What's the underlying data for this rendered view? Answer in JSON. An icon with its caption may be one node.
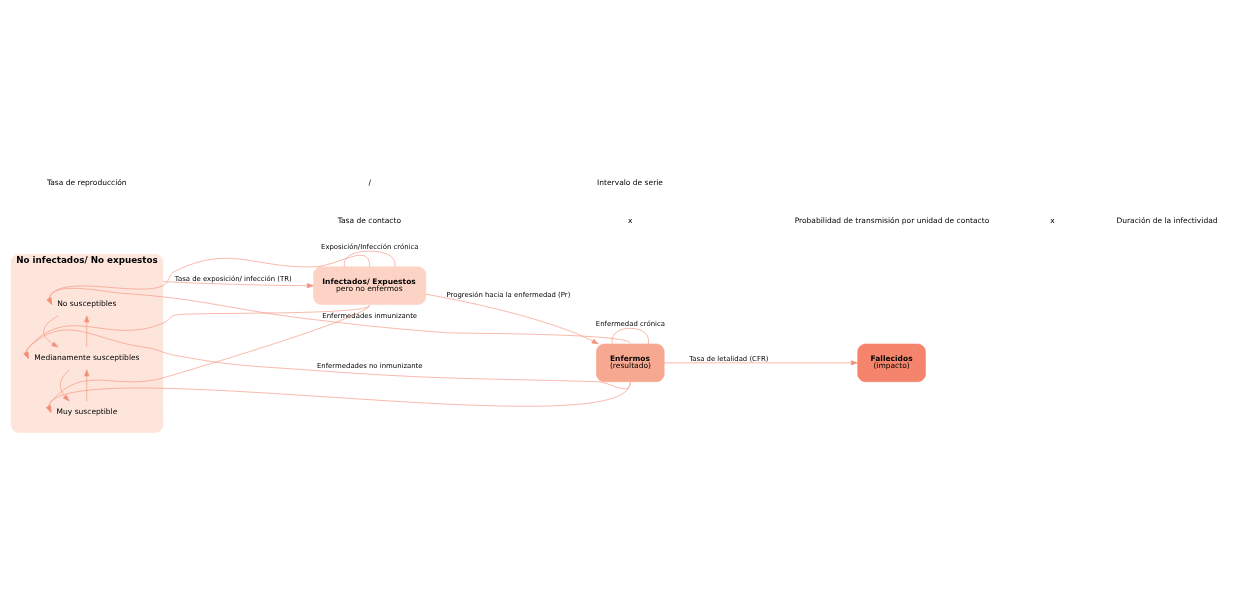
{
  "diagram": {
    "nodes": [
      {
        "text": [
          "No infectados/ No expuestos"
        ]
      },
      {
        "text": [
          "No susceptibles"
        ],
        "in": 0
      },
      {
        "text": [
          "Medianamente susceptibles"
        ],
        "in": 0
      },
      {
        "text": [
          "Muy susceptible"
        ],
        "in": 0
      },
      {
        "text": [
          "Infectados/ Expuestos",
          "pero no enfermos"
        ]
      },
      {
        "text": [
          "Enfermos",
          "(resultado)"
        ]
      },
      {
        "text": [
          "Fallecidos",
          "(impacto)"
        ]
      }
    ],
    "edges": [
      {
        "from": 2,
        "to": 1,
        "arrow": "to"
      },
      {
        "from": 1,
        "to": 2,
        "arrow": "to"
      },
      {
        "from": 3,
        "to": 2,
        "arrow": "to"
      },
      {
        "from": 2,
        "to": 3,
        "arrow": "to"
      },
      {
        "from": 0,
        "to": 4,
        "label": "Tasa de exposición/ infección (TR)",
        "arrow": "to"
      },
      {
        "from": 4,
        "to": 4,
        "label": "Exposición/Infección crónica",
        "arrow": "none"
      },
      {
        "from": 4,
        "to": 5,
        "label": "Progresión hacia la enfermedad (Pr)",
        "arrow": "to"
      },
      {
        "from": 5,
        "to": 5,
        "label": "Enfermedad crónica",
        "arrow": "none"
      },
      {
        "from": 5,
        "to": 6,
        "label": "Tasa de letalidad (CFR)",
        "arrow": "to"
      },
      {
        "from": 4,
        "to": 1,
        "arrow": "to"
      },
      {
        "from": 5,
        "to": 1,
        "label": "Enfermedades inmunizante",
        "arrow": "to"
      },
      {
        "from": 4,
        "to": 2,
        "arrow": "to"
      },
      {
        "from": 4,
        "to": 3,
        "arrow": "to"
      },
      {
        "from": 5,
        "to": 2,
        "label": "Enfermedades no inmunizante",
        "arrow": "to"
      },
      {
        "from": 5,
        "to": 3,
        "arrow": "to"
      }
    ],
    "labels": [
      "Tasa de reproducción",
      "/",
      "Intervalo de serie",
      "Tasa de contacto",
      "x",
      "Probabilidad de transmisión por unidad de contacto",
      "x",
      "Duración de la infectividad"
    ]
  }
}
